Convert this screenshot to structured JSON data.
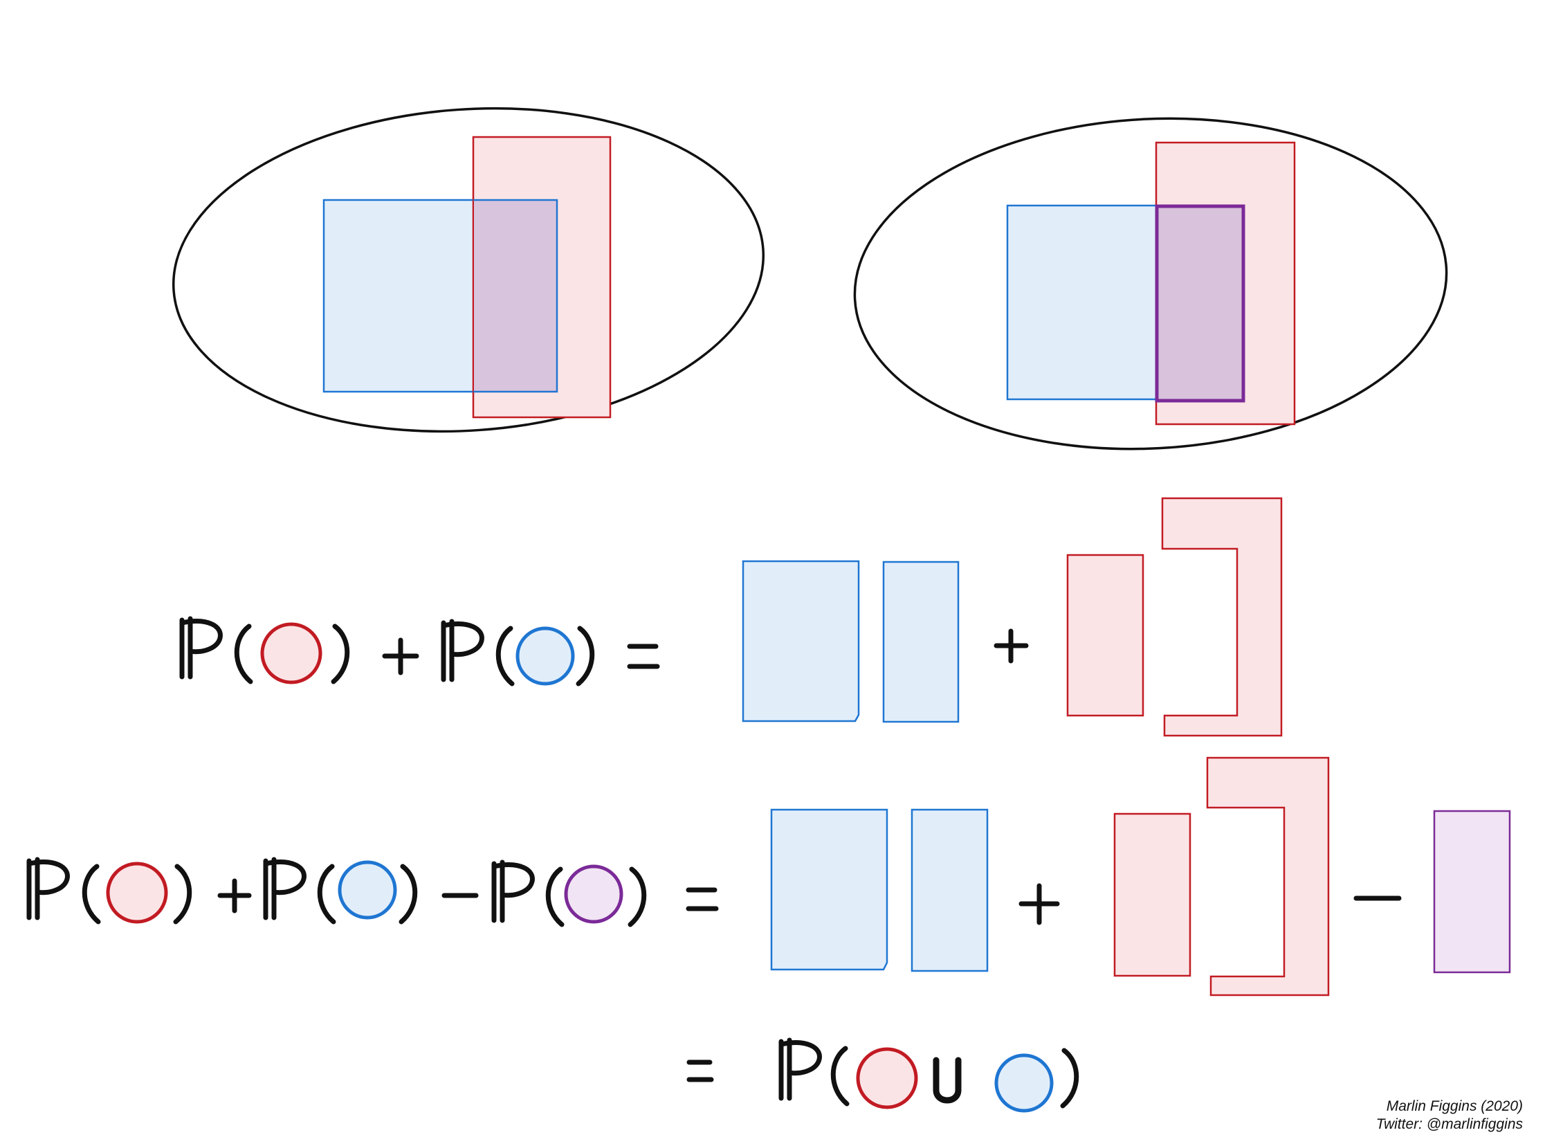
{
  "credit": {
    "author": "Marlin Figgins (2020)",
    "handle": "Twitter: @marlinfiggins"
  },
  "colors": {
    "red_set": "#c21b23",
    "red_fill": "#fbe4e6",
    "blue_set": "#1f76d2",
    "blue_fill": "#e1eefa",
    "intersection": "#7b2a98",
    "intersection_fill": "#f1e4f4"
  },
  "equations": [
    "P(red) + P(blue) = [blue pieces] + [red pieces]",
    "P(red) + P(blue) - P(purple) = [blue pieces] + [red pieces] - [purple piece]",
    "= P(red ∪ blue)"
  ]
}
